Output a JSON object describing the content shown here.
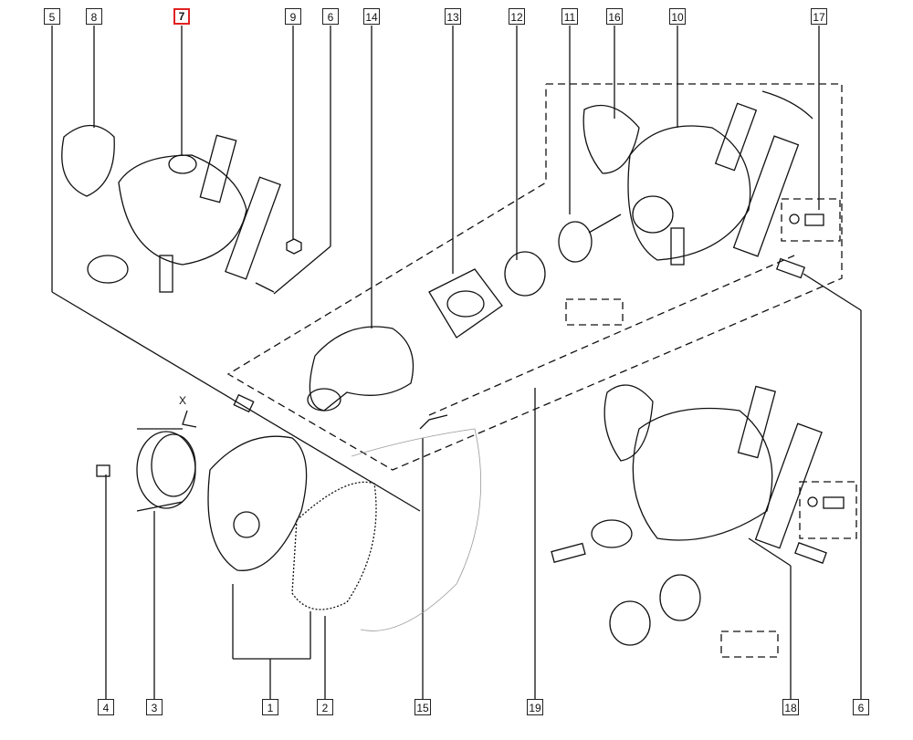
{
  "diagram": {
    "selected_callout": "7",
    "selected_color": "#e02020",
    "top_callouts": [
      "5",
      "8",
      "7",
      "9",
      "6",
      "14",
      "13",
      "12",
      "11",
      "16",
      "10",
      "17"
    ],
    "bottom_callouts": [
      "4",
      "3",
      "1",
      "2",
      "15",
      "19",
      "18",
      "6"
    ],
    "view_marker": "X"
  }
}
